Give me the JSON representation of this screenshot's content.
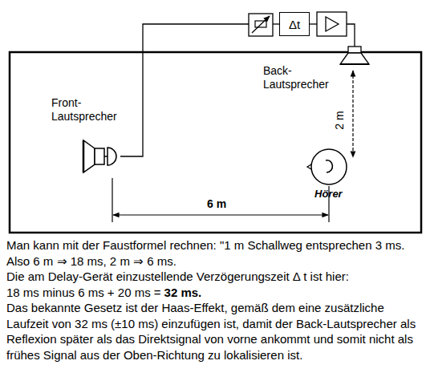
{
  "diagram": {
    "nodes": [
      {
        "text": [
          "Δt"
        ]
      }
    ],
    "labels": [
      "Back- Lautsprecher",
      "Front- Lautsprecher",
      "2 m",
      "Hörer",
      "6 m",
      "Man kann mit der Faustformel rechnen: \"1 m Schallweg entsprechen 3 ms. Also 6 m ⇒ 18 ms, 2 m ⇒ 6 ms.",
      "Die am Delay-Gerät einzustellende Verzögerungszeit Δ t ist hier:",
      "18 ms minus 6 ms + 20 ms =",
      "32 ms.",
      "Das bekannte Gesetz ist der Haas-Effekt, gemäß dem eine zusätzliche Laufzeit von 32 ms (±10 ms) einzufügen ist, damit der Back-Lautsprecher als Reflexion später als das Direktsignal von vorne ankommt und somit nicht als frühes Signal aus der Oben-Richtung zu lokalisieren ist."
    ]
  }
}
